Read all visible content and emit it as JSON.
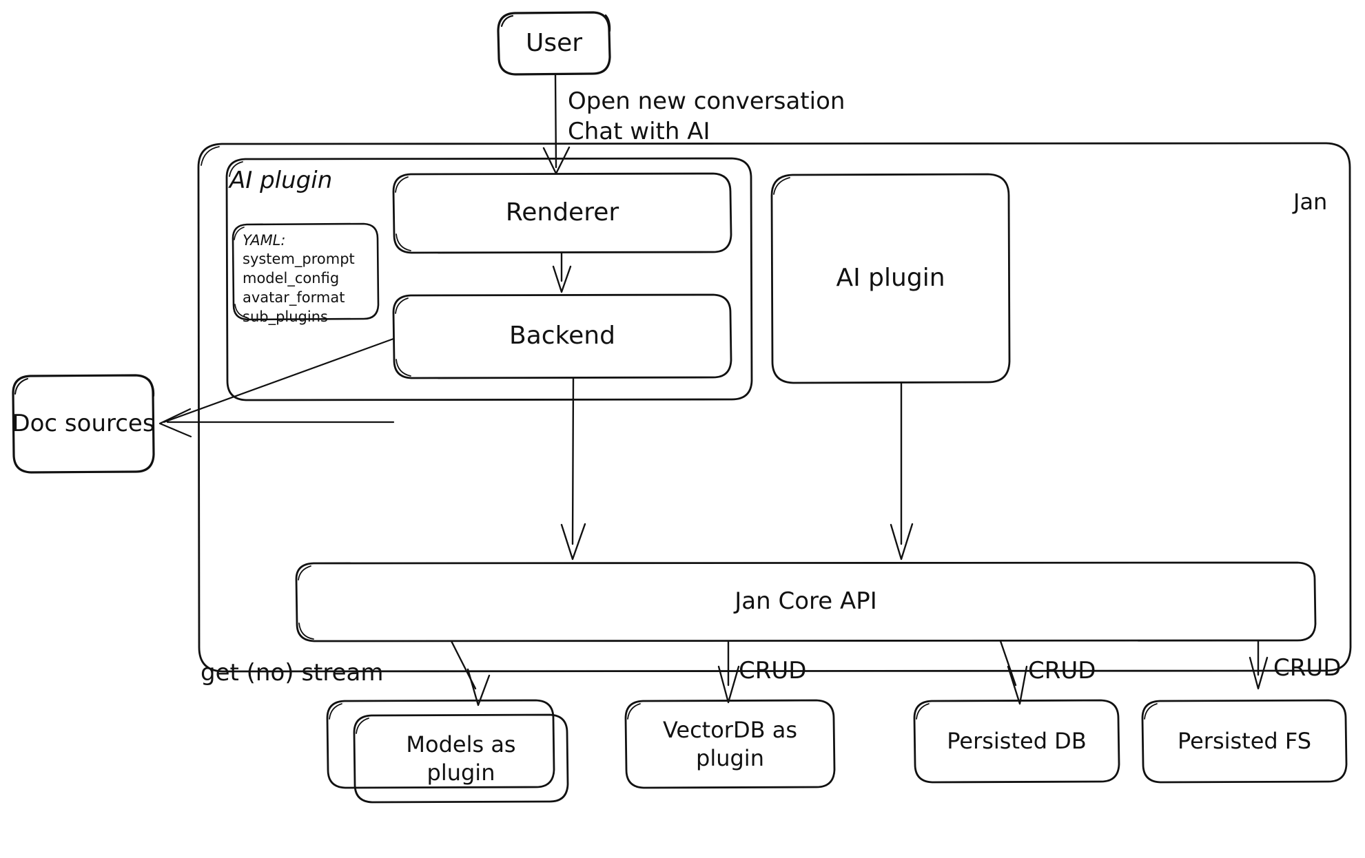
{
  "diagram": {
    "title": "Jan architecture diagram",
    "style": "hand-drawn",
    "stroke_color": "#111111",
    "background_color": "#ffffff"
  },
  "containers": {
    "jan": {
      "label": "Jan"
    },
    "ai_plugin_group": {
      "label": "AI plugin"
    }
  },
  "nodes": {
    "user": {
      "label": "User"
    },
    "renderer": {
      "label": "Renderer"
    },
    "backend": {
      "label": "Backend"
    },
    "ai_plugin_box": {
      "label": "AI plugin"
    },
    "jan_core_api": {
      "label": "Jan Core API"
    },
    "models_as_plugin": {
      "label": "Models as\nplugin"
    },
    "vectordb_as_plugin": {
      "label": "VectorDB as\nplugin"
    },
    "persisted_db": {
      "label": "Persisted DB"
    },
    "persisted_fs": {
      "label": "Persisted FS"
    },
    "doc_sources": {
      "label": "Doc sources"
    }
  },
  "yaml_note": {
    "heading": "YAML:",
    "items": [
      "system_prompt",
      "model_config",
      "avatar_format",
      "sub_plugins"
    ]
  },
  "edge_labels": {
    "user_to_renderer": "Open new conversation\nChat with AI",
    "core_to_models": "get (no) stream",
    "core_to_vectordb": "CRUD",
    "core_to_persisted_db": "CRUD",
    "core_to_persisted_fs": "CRUD"
  },
  "edges": [
    {
      "from": "user",
      "to": "renderer",
      "label": "Open new conversation / Chat with AI"
    },
    {
      "from": "renderer",
      "to": "backend",
      "label": ""
    },
    {
      "from": "backend",
      "to": "jan_core_api",
      "label": ""
    },
    {
      "from": "backend",
      "to": "doc_sources",
      "label": ""
    },
    {
      "from": "ai_plugin_box",
      "to": "jan_core_api",
      "label": ""
    },
    {
      "from": "jan_core_api",
      "to": "models_as_plugin",
      "label": "get (no) stream"
    },
    {
      "from": "jan_core_api",
      "to": "vectordb_as_plugin",
      "label": "CRUD"
    },
    {
      "from": "jan_core_api",
      "to": "persisted_db",
      "label": "CRUD"
    },
    {
      "from": "jan_core_api",
      "to": "persisted_fs",
      "label": "CRUD"
    }
  ]
}
